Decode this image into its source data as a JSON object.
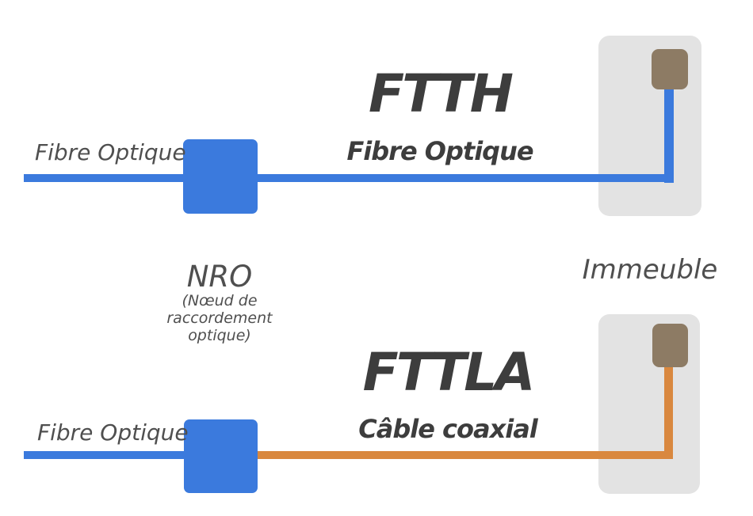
{
  "colors": {
    "fiber-blue": "#3b7add",
    "coax-orange": "#d9883f",
    "building-gray": "#e3e3e3",
    "device-brown": "#8d7b64",
    "title-dark": "#3d3d3d",
    "label-gray": "#4f4f4f",
    "background": "#ffffff"
  },
  "ftth": {
    "title": "FTTH",
    "cable_label": "Fibre Optique",
    "feed_label": "Fibre Optique"
  },
  "fttla": {
    "title": "FTTLA",
    "cable_label": "Câble coaxial",
    "feed_label": "Fibre Optique"
  },
  "nro": {
    "label": "NRO",
    "description_line1": "(Nœud de",
    "description_line2": "raccordement",
    "description_line3": "optique)"
  },
  "building": {
    "label": "Immeuble"
  }
}
